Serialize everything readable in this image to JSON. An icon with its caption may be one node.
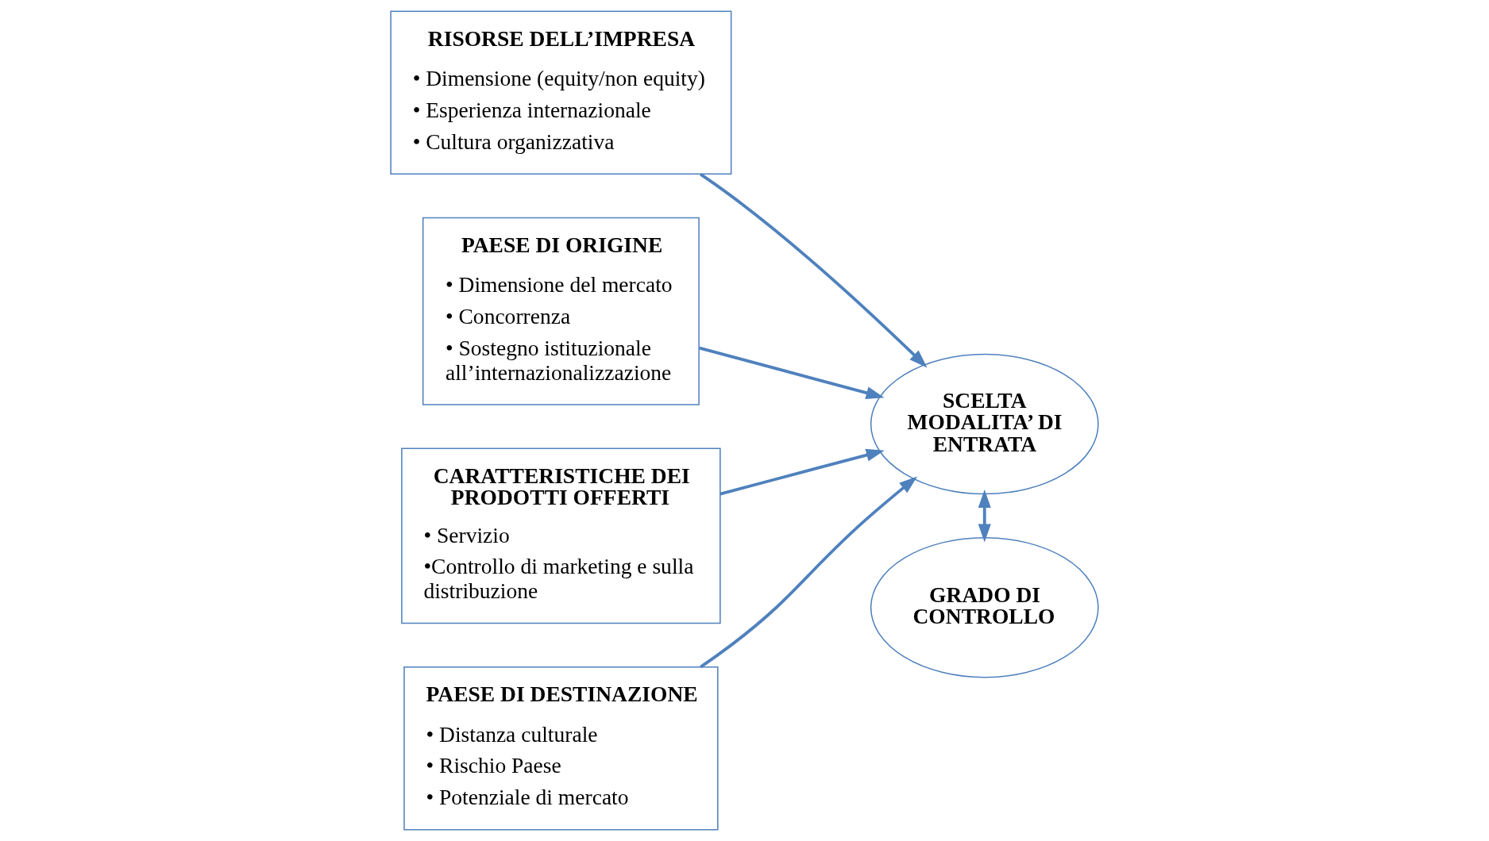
{
  "diagram": {
    "nodes": [
      {
        "text": [
          "RISORSE DELL’IMPRESA",
          "• Dimensione (equity/non equity)",
          "• Esperienza internazionale",
          "• Cultura organizzativa"
        ]
      },
      {
        "text": [
          "PAESE DI ORIGINE",
          "• Dimensione del mercato",
          "• Concorrenza",
          "• Sostegno istituzionale all’internazionalizzazione"
        ]
      },
      {
        "text": [
          "SCELTA MODALITA’ DI ENTRATA"
        ]
      },
      {
        "text": [
          "CARATTERISTICHE DEI PRODOTTI OFFERTI",
          "• Servizio",
          "•Controllo di marketing e sulla distribuzione"
        ]
      },
      {
        "text": [
          "PAESE DI DESTINAZIONE",
          "• Distanza culturale",
          "• Rischio Paese",
          "• Potenziale di mercato"
        ]
      },
      {
        "text": [
          "GRADO DI CONTROLLO"
        ]
      }
    ],
    "edges": [
      {
        "from": 0,
        "to": 2,
        "arrow": "to"
      },
      {
        "from": 1,
        "to": 2,
        "arrow": "to"
      },
      {
        "from": 3,
        "to": 2,
        "arrow": "to"
      },
      {
        "from": 4,
        "to": 2,
        "arrow": "to"
      },
      {
        "from": 2,
        "to": 5,
        "arrow": "both"
      }
    ]
  }
}
